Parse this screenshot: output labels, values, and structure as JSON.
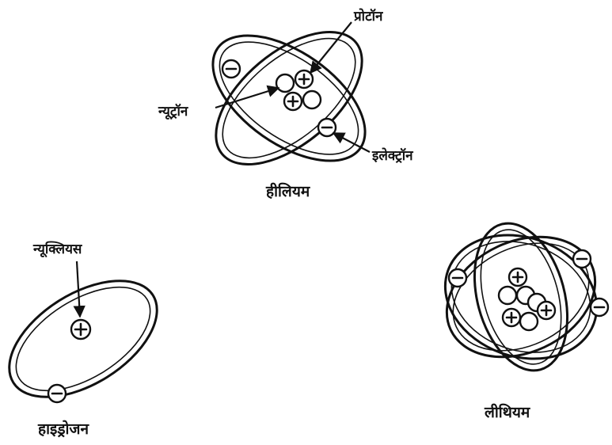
{
  "atoms": {
    "helium": {
      "name": "हीलियम",
      "labels": {
        "proton": "प्रोटॉन",
        "neutron": "न्यूट्रॉन",
        "electron": "इलेक्ट्रॉन"
      },
      "protons": 2,
      "neutrons": 2,
      "electrons": 2
    },
    "hydrogen": {
      "name": "हाइड्रोजन",
      "labels": {
        "nucleus": "न्यूक्लियस"
      },
      "protons": 1,
      "neutrons": 0,
      "electrons": 1
    },
    "lithium": {
      "name": "लीथियम",
      "protons": 3,
      "neutrons": 4,
      "electrons": 3
    }
  },
  "colors": {
    "ink": "#111111",
    "background": "#ffffff"
  }
}
